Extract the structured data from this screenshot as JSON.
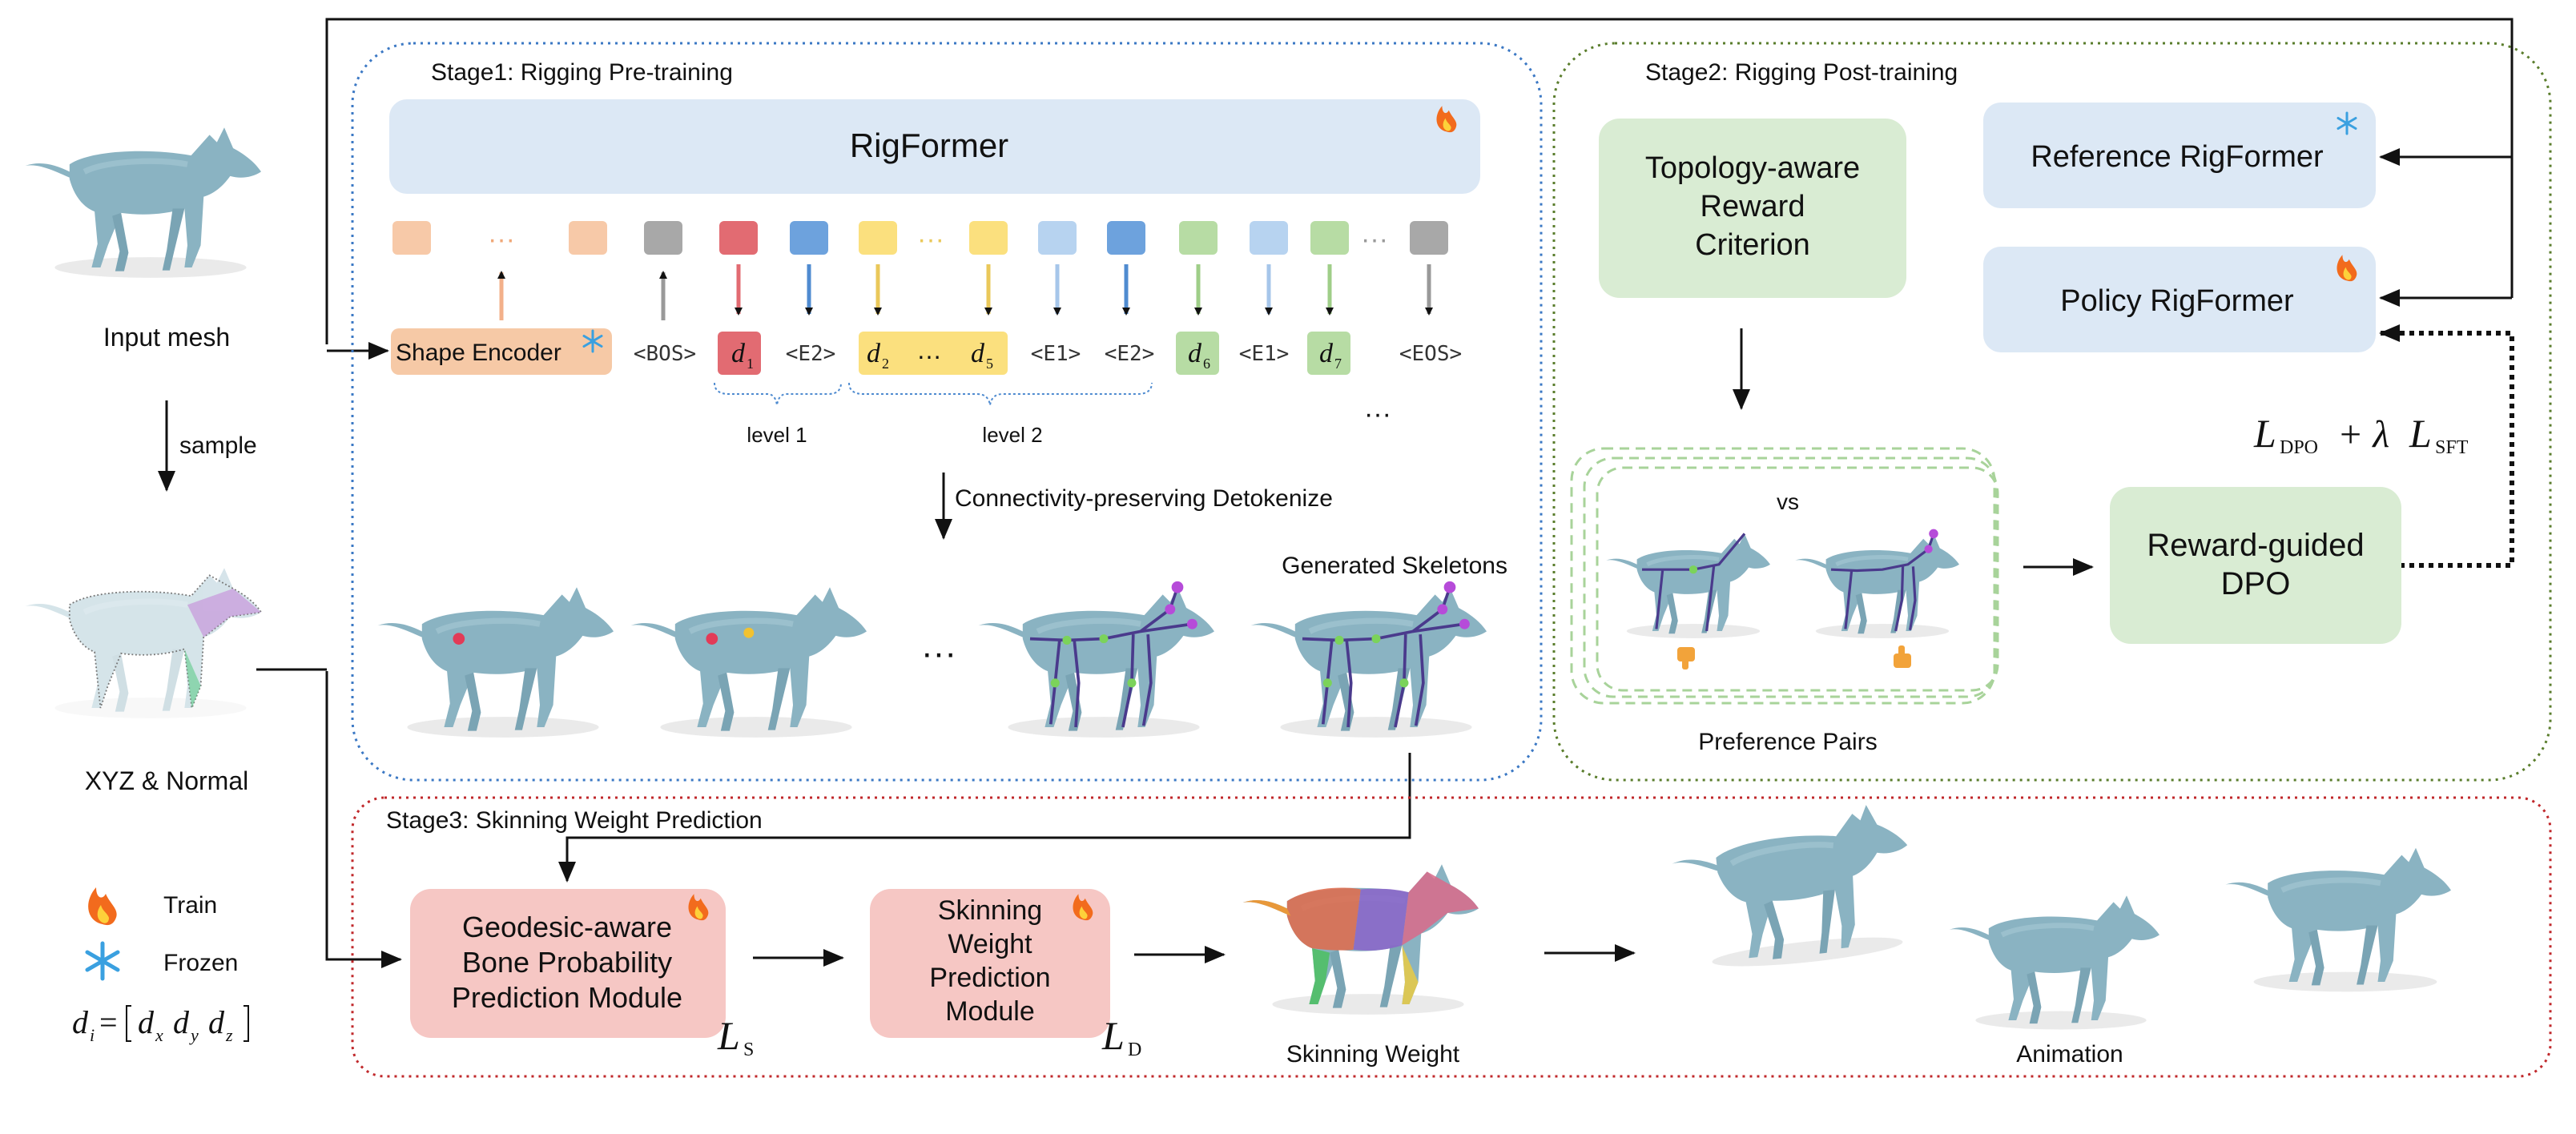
{
  "input": {
    "mesh_label": "Input mesh",
    "sample_label": "sample",
    "points_label": "XYZ & Normal"
  },
  "legend": {
    "train_label": "Train",
    "frozen_label": "Frozen",
    "formula_lhs": "d",
    "formula_sub": "i",
    "formula_eq": "=",
    "formula_terms": [
      "d",
      "d",
      "d"
    ],
    "formula_subs": [
      "x",
      "y",
      "z"
    ]
  },
  "stage1": {
    "title": "Stage1: Rigging Pre-training",
    "rigformer_label": "RigFormer",
    "shape_encoder_label": "Shape Encoder",
    "tokens": {
      "bos": "<BOS>",
      "e2a": "<E2>",
      "e1": "<E1>",
      "e2b": "<E2>",
      "e1b": "<E1>",
      "eos": "<EOS>",
      "d1": "d",
      "d1_sub": "1",
      "d2": "d",
      "d2_sub": "2",
      "d5": "d",
      "d5_sub": "5",
      "d6": "d",
      "d6_sub": "6",
      "d7": "d",
      "d7_sub": "7",
      "ellipsis": "…"
    },
    "level1_label": "level 1",
    "level2_label": "level 2",
    "detokenize_label": "Connectivity-preserving Detokenize",
    "generated_label": "Generated Skeletons",
    "dots": "···"
  },
  "stage2": {
    "title": "Stage2: Rigging Post-training",
    "reward_criterion_label": [
      "Topology-aware",
      "Reward",
      "Criterion"
    ],
    "reference_label": "Reference RigFormer",
    "policy_label": "Policy RigFormer",
    "vs_label": "vs",
    "preference_label": "Preference Pairs",
    "dpo_label": [
      "Reward-guided",
      "DPO"
    ],
    "loss_main": "L",
    "loss_main_sub": "DPO",
    "loss_plus": "+ λ",
    "loss_sft": "L",
    "loss_sft_sub": "SFT"
  },
  "stage3": {
    "title": "Stage3: Skinning Weight Prediction",
    "module1_label": [
      "Geodesic-aware",
      "Bone Probability",
      "Prediction Module"
    ],
    "module2_label": [
      "Skinning",
      "Weight",
      "Prediction",
      "Module"
    ],
    "loss_s": "L",
    "loss_s_sub": "S",
    "loss_d": "L",
    "loss_d_sub": "D",
    "skinning_weight_label": "Skinning Weight",
    "animation_label": "Animation"
  },
  "colors": {
    "stage1_border": "#3b78c4",
    "stage2_border": "#5a7d2c",
    "stage3_border": "#c0282b",
    "rigformer_fill": "#dce8f5",
    "shape_encoder_fill": "#f6c9a6",
    "green_fill": "#d9ecd3",
    "red_fill": "#f6c7c4",
    "wolf": "#8ab3c2",
    "token_orange": "#f7c9a8",
    "token_gray": "#a8a8a8",
    "token_red": "#e26b72",
    "token_blue": "#6da2dd",
    "token_yellow": "#fbe07e",
    "token_lightblue": "#b7d3f0",
    "token_green": "#b7dca4"
  }
}
